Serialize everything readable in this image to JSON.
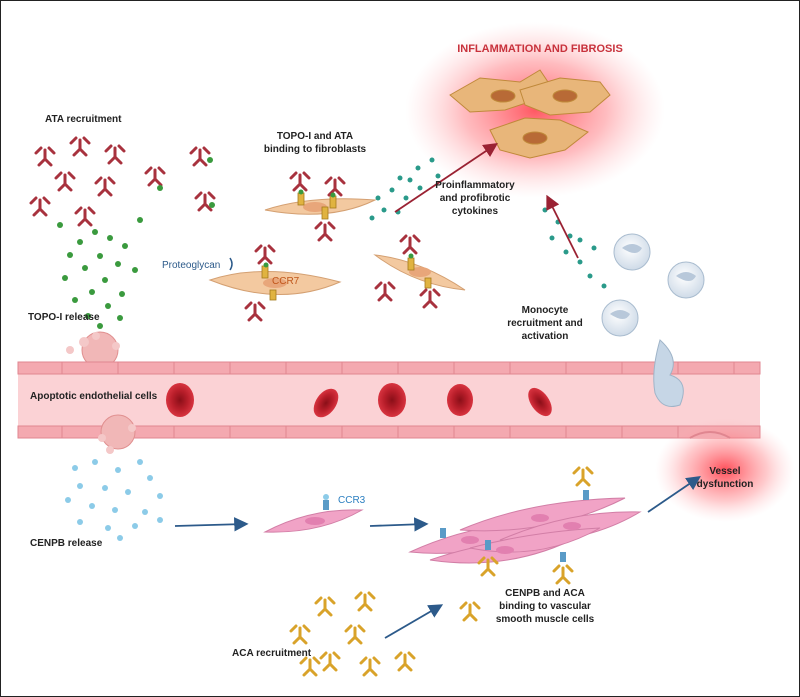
{
  "labels": {
    "inflammation": "INFLAMMATION AND FIBROSIS",
    "ata_recruitment": "ATA recruitment",
    "topo_binding_1": "TOPO-I and ATA",
    "topo_binding_2": "binding to fibroblasts",
    "cytokines_1": "Proinflammatory",
    "cytokines_2": "and profibrotic",
    "cytokines_3": "cytokines",
    "proteoglycan": "Proteoglycan",
    "ccr7": "CCR7",
    "topo_release": "TOPO-I release",
    "monocyte_1": "Monocyte",
    "monocyte_2": "recruitment and",
    "monocyte_3": "activation",
    "apoptotic": "Apoptotic endothelial cells",
    "vessel_1": "Vessel",
    "vessel_2": "dysfunction",
    "ccr3": "CCR3",
    "cenpb_release": "CENPB release",
    "cenpb_binding_1": "CENPB and ACA",
    "cenpb_binding_2": "binding to vascular",
    "cenpb_binding_3": "smooth muscle cells",
    "aca_recruitment": "ACA recruitment"
  },
  "colors": {
    "ata_antibody": "#a8323e",
    "aca_antibody": "#d9a32a",
    "topo_dot": "#3a9a3e",
    "cenpb_dot": "#8ccbe8",
    "cytokine_dot": "#2a9a8a",
    "vessel": "#f4b8bd",
    "vessel_wall": "#e98d96",
    "rbc": "#c0212e",
    "fibroblast": "#f3c9a0",
    "smooth_muscle": "#f1a3c6",
    "glow": "#ff4d55",
    "arrow_red": "#9a2233",
    "arrow_blue": "#2c5a8a"
  }
}
